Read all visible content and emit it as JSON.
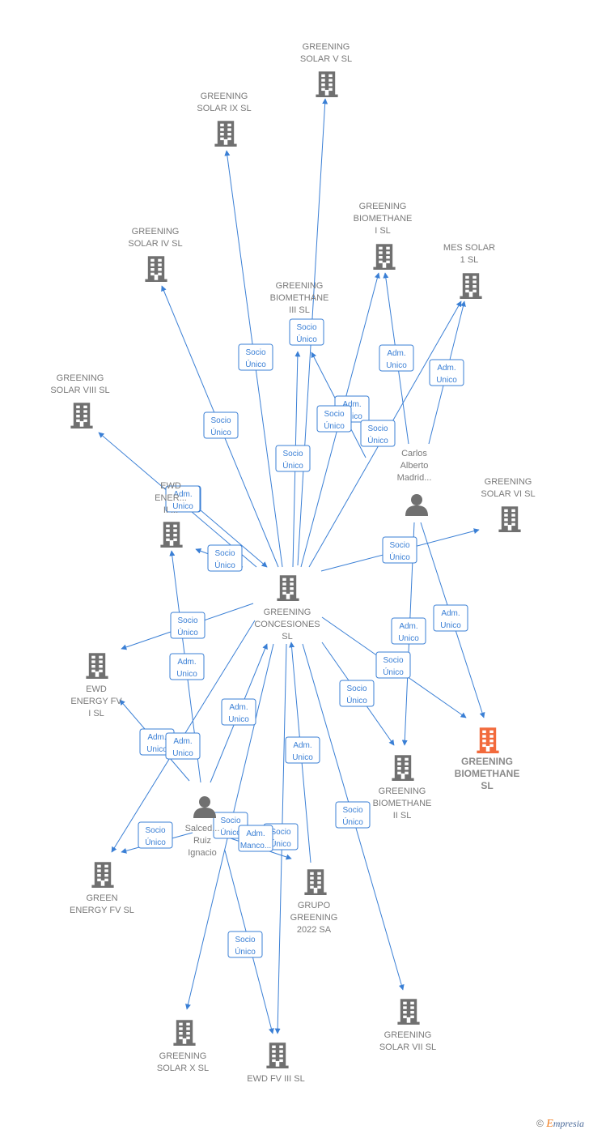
{
  "colors": {
    "edge": "#3a7fd5",
    "company_icon": "#707070",
    "highlight_icon": "#f26a3c",
    "person_icon": "#707070"
  },
  "nodes": [
    {
      "id": "solar_v",
      "type": "company",
      "lines": [
        "GREENING",
        "SOLAR V  SL"
      ]
    },
    {
      "id": "solar_ix",
      "type": "company",
      "lines": [
        "GREENING",
        "SOLAR IX  SL"
      ]
    },
    {
      "id": "bio_i",
      "type": "company",
      "lines": [
        "GREENING",
        "BIOMETHANE",
        "I  SL"
      ]
    },
    {
      "id": "mes_solar",
      "type": "company",
      "lines": [
        "MES SOLAR",
        "1  SL"
      ]
    },
    {
      "id": "solar_iv",
      "type": "company",
      "lines": [
        "GREENING",
        "SOLAR IV  SL"
      ]
    },
    {
      "id": "bio_iii",
      "type": "company",
      "lines": [
        "GREENING",
        "BIOMETHANE",
        "III  SL"
      ]
    },
    {
      "id": "solar_viii",
      "type": "company",
      "lines": [
        "GREENING",
        "SOLAR VIII  SL"
      ]
    },
    {
      "id": "carlos",
      "type": "person",
      "lines": [
        "Carlos",
        "Alberto",
        "Madrid..."
      ]
    },
    {
      "id": "ewd_ii",
      "type": "company",
      "lines": [
        "EWD",
        "ENER...",
        "II ..."
      ]
    },
    {
      "id": "solar_vi",
      "type": "company",
      "lines": [
        "GREENING",
        "SOLAR VI  SL"
      ]
    },
    {
      "id": "center",
      "type": "company",
      "lines": [
        "GREENING",
        "CONCESIONES",
        "SL"
      ]
    },
    {
      "id": "ewd_i",
      "type": "company",
      "lines": [
        "EWD",
        "ENERGY FV",
        "I  SL"
      ]
    },
    {
      "id": "target",
      "type": "highlight",
      "lines": [
        "GREENING",
        "BIOMETHANE",
        "SL"
      ]
    },
    {
      "id": "bio_ii",
      "type": "company",
      "lines": [
        "GREENING",
        "BIOMETHANE",
        "II  SL"
      ]
    },
    {
      "id": "salcedo",
      "type": "person",
      "lines": [
        "Salced...",
        "Ruiz",
        "Ignacio"
      ]
    },
    {
      "id": "green_fv",
      "type": "company",
      "lines": [
        "GREEN",
        "ENERGY FV  SL"
      ]
    },
    {
      "id": "grupo",
      "type": "company",
      "lines": [
        "GRUPO",
        "GREENING",
        "2022 SA"
      ]
    },
    {
      "id": "solar_vii",
      "type": "company",
      "lines": [
        "GREENING",
        "SOLAR VII  SL"
      ]
    },
    {
      "id": "solar_x",
      "type": "company",
      "lines": [
        "GREENING",
        "SOLAR X  SL"
      ]
    },
    {
      "id": "ewd_iii",
      "type": "company",
      "lines": [
        "EWD FV III  SL"
      ]
    }
  ],
  "relation_tags": [
    [
      "Socio",
      "Único"
    ],
    [
      "Socio",
      "Único"
    ],
    [
      "Socio",
      "Único"
    ],
    [
      "Socio",
      "Único"
    ],
    [
      "Adm.",
      "Unico"
    ],
    [
      "Adm.",
      "Unico"
    ],
    [
      "Socio",
      "Único"
    ],
    [
      "Adm.",
      "Unico"
    ],
    [
      "Socio",
      "Único"
    ],
    [
      "Socio",
      "Único"
    ],
    [
      "Socio",
      "Único"
    ],
    [
      "Socio",
      "Único"
    ],
    [
      "Socio",
      "Único"
    ],
    [
      "Adm.",
      "Unico"
    ],
    [
      "Adm.",
      "Unico"
    ],
    [
      "Socio",
      "Único"
    ],
    [
      "Adm.",
      "Unico"
    ],
    [
      "Socio",
      "Único"
    ],
    [
      "Adm.",
      "Unico"
    ],
    [
      "Adm.",
      "Unico"
    ],
    [
      "Adm.",
      "Unico"
    ],
    [
      "Socio",
      "Único"
    ],
    [
      "Socio",
      "Único"
    ],
    [
      "Adm.",
      "Unico"
    ],
    [
      "Socio",
      "Único"
    ],
    [
      "Adm.",
      "Manco..."
    ],
    [
      "Socio",
      "Único"
    ],
    [
      "Socio",
      "Único"
    ],
    [
      "Adm.",
      "Unico"
    ]
  ],
  "footer": {
    "copyright": "©",
    "brand_first": "E",
    "brand_rest": "mpresia"
  }
}
